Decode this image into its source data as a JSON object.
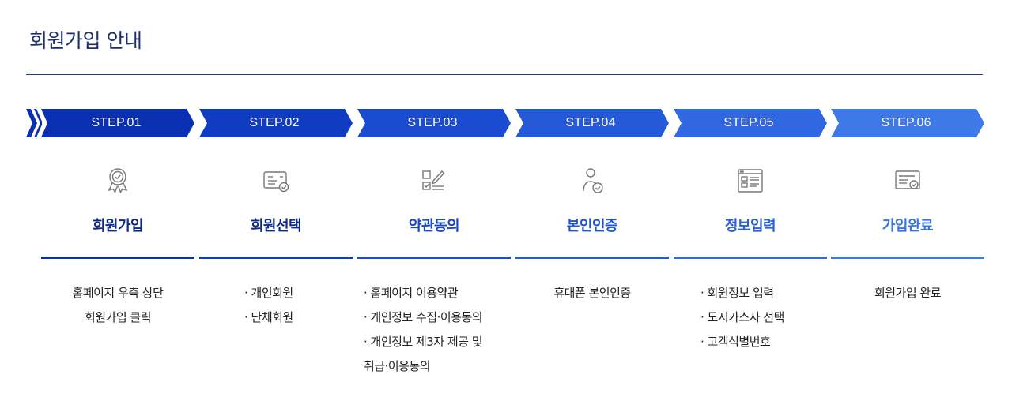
{
  "page": {
    "title": "회원가입 안내"
  },
  "steps": [
    {
      "step_label": "STEP.01",
      "name": "회원가입",
      "icon": "award-badge-icon",
      "color": "#0a2fb0",
      "name_color": "#0d2a8a",
      "desc_align": "center",
      "desc": [
        "홈페이지 우측 상단",
        "회원가입 클릭"
      ]
    },
    {
      "step_label": "STEP.02",
      "name": "회원선택",
      "icon": "member-card-check-icon",
      "color": "#0f3cc0",
      "name_color": "#0d2a8a",
      "desc_align": "left",
      "desc": [
        "· 개인회원",
        "· 단체회원"
      ]
    },
    {
      "step_label": "STEP.03",
      "name": "약관동의",
      "icon": "checklist-pen-icon",
      "color": "#1a4bd0",
      "name_color": "#1a47c8",
      "desc_align": "left",
      "desc": [
        "· 홈페이지 이용약관",
        "· 개인정보 수집·이용동의",
        "· 개인정보 제3자 제공 및",
        "  취급·이용동의"
      ]
    },
    {
      "step_label": "STEP.04",
      "name": "본인인증",
      "icon": "user-verify-icon",
      "color": "#245ad8",
      "name_color": "#1f55d0",
      "desc_align": "center",
      "desc": [
        "휴대폰 본인인증"
      ]
    },
    {
      "step_label": "STEP.05",
      "name": "정보입력",
      "icon": "form-window-icon",
      "color": "#2f68e0",
      "name_color": "#2a62d8",
      "desc_align": "left",
      "desc": [
        "· 회원정보 입력",
        "· 도시가스사 선택",
        "· 고객식별번호"
      ]
    },
    {
      "step_label": "STEP.06",
      "name": "가입완료",
      "icon": "certificate-check-icon",
      "color": "#3d7ae8",
      "name_color": "#3a74e0",
      "desc_align": "center",
      "desc": [
        "회원가입 완료"
      ]
    }
  ]
}
